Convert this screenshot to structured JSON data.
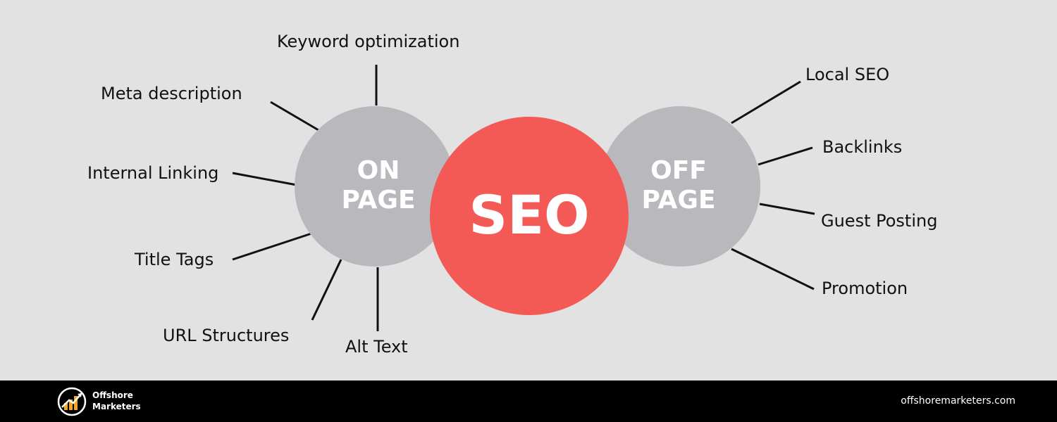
{
  "center": {
    "label": "SEO",
    "color": "#f45a55"
  },
  "on_page": {
    "line1": "ON",
    "line2": "PAGE",
    "color": "#b9b9bd",
    "items": [
      "Keyword optimization",
      "Meta description",
      "Internal Linking",
      "Title Tags",
      "URL Structures",
      "Alt Text"
    ]
  },
  "off_page": {
    "line1": "OFF",
    "line2": "PAGE",
    "color": "#b9b9bd",
    "items": [
      "Local SEO",
      "Backlinks",
      "Guest Posting",
      "Promotion"
    ]
  },
  "footer": {
    "brand_line1": "Offshore",
    "brand_line2": "Marketers",
    "website": "offshoremarketers.com",
    "background": "#000000",
    "accent": "#f5a623"
  }
}
